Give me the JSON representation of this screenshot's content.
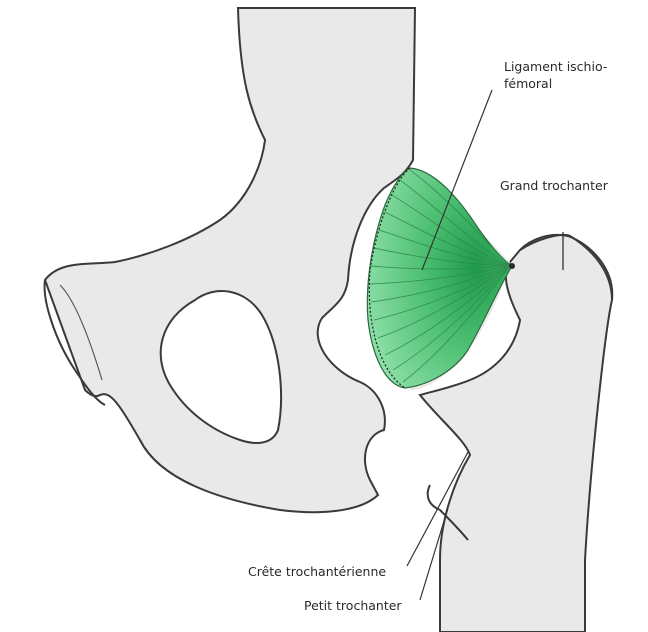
{
  "labels": {
    "ligament_line1": "Ligament ischio-",
    "ligament_line2": "fémoral",
    "grand_trochanter": "Grand trochanter",
    "crete_trochanterienne": "Crête trochantérienne",
    "petit_trochanter": "Petit trochanter"
  },
  "colors": {
    "bone_fill": "#e9e9e9",
    "bone_outline": "#3a3a3a",
    "ligament_fill": "#6fcf8e",
    "ligament_fiber": "#2f8a4e",
    "leader_line": "#333333"
  }
}
